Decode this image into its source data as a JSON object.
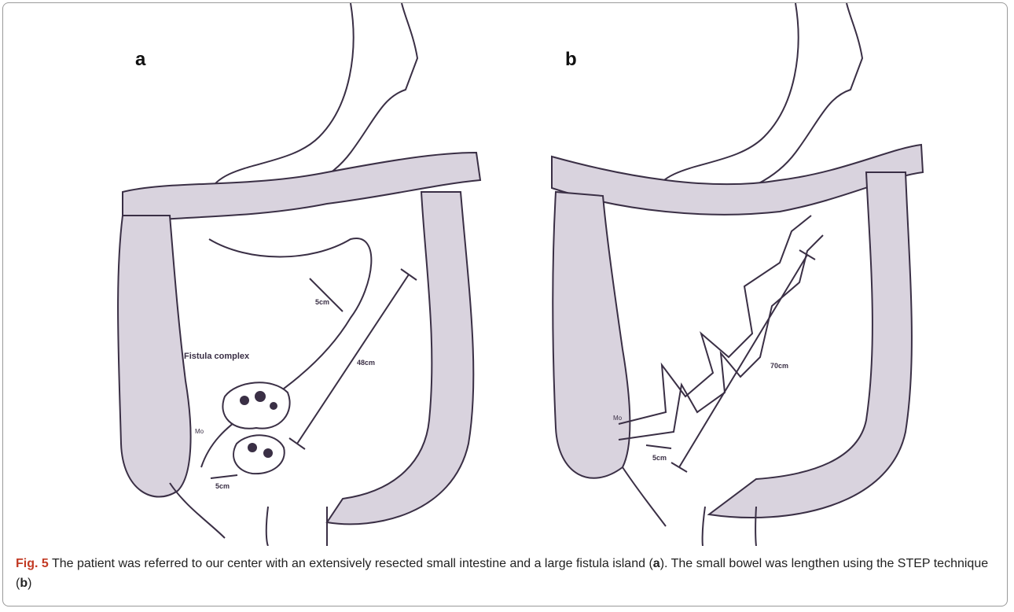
{
  "figure": {
    "panel_a_letter": "a",
    "panel_b_letter": "b",
    "panel_a_labels": {
      "fistula": "Fistula complex",
      "width": "5cm",
      "length": "48cm",
      "stoma": "5cm",
      "mark": "Mo"
    },
    "panel_b_labels": {
      "length": "70cm",
      "stoma": "5cm",
      "mark": "Mo"
    }
  },
  "caption": {
    "label": "Fig. 5",
    "text_1": "  The patient was referred to our center with an extensively resected small intestine and a large fistula island (",
    "ref_a": "a",
    "text_2": "). The small bowel was lengthen using the STEP technique (",
    "ref_b": "b",
    "text_3": ")"
  },
  "colors": {
    "ink": "#3a2f45",
    "fill": "#d9d3de",
    "accent": "#c23a24"
  }
}
